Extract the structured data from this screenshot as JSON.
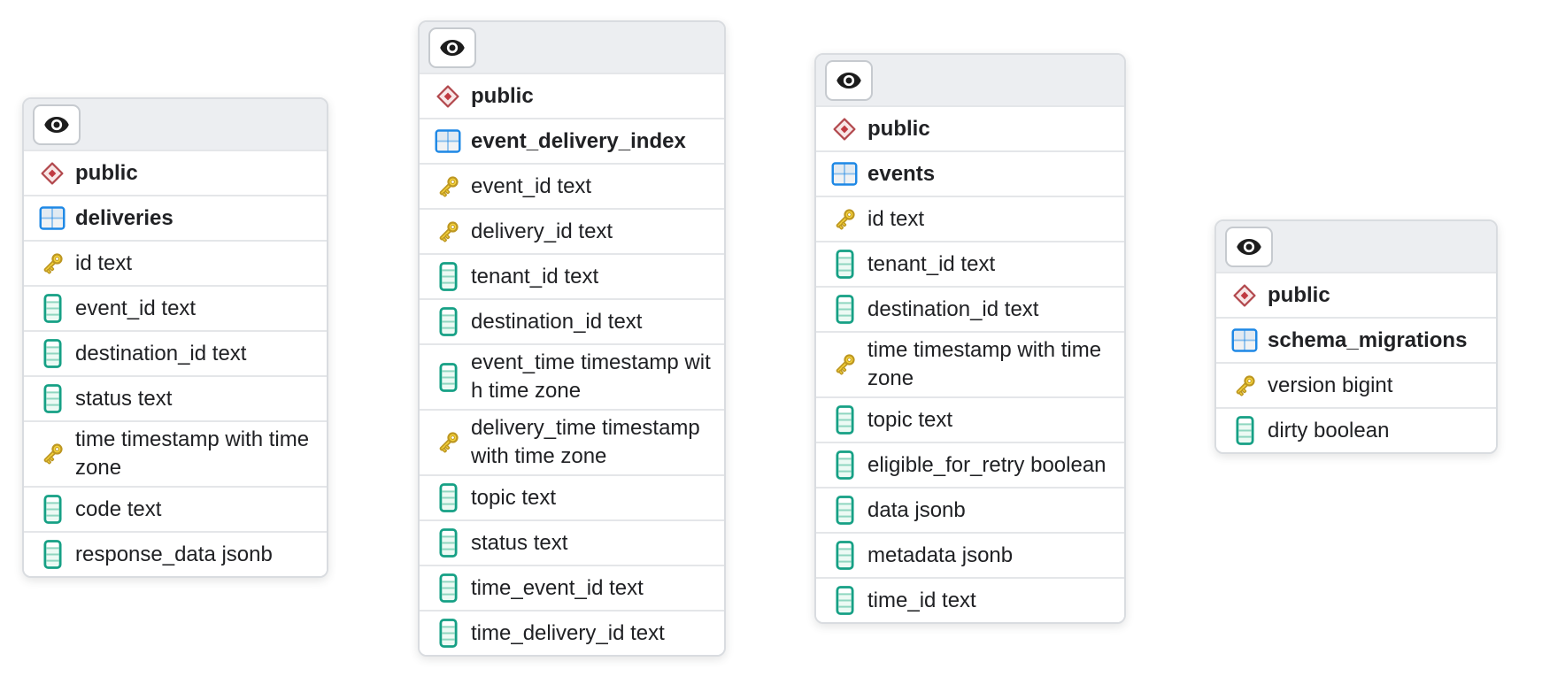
{
  "app": {
    "view": "database-schema-diagram",
    "visibility_button_label": ""
  },
  "colors": {
    "canvas_bg": "#ffffff",
    "card_bg": "#ffffff",
    "card_border": "#d9dce0",
    "header_bg": "#eceef1",
    "divider": "#e4e6e9",
    "text": "#202124",
    "eye_icon": "#1c1c1c",
    "schema_icon_red": "#c03a41",
    "schema_icon_fill": "#f8e7e7",
    "table_icon_blue": "#1e88e5",
    "key_icon_gold": "#f6d43c",
    "key_icon_outline": "#bd9722",
    "column_icon_teal": "#16a085",
    "column_icon_fill": "#ecfaf4"
  },
  "icons": {
    "eye": "visibility-toggle eye icon in header button",
    "diamond": "schema icon (red diamond)",
    "grid": "table icon (blue 2x2 grid)",
    "key": "primary-key column icon (gold key)",
    "stripes": "regular column icon (teal striped bar)"
  },
  "tables": [
    {
      "schema": "public",
      "name": "deliveries",
      "columns": [
        {
          "name": "id",
          "type": "text",
          "primary_key": true
        },
        {
          "name": "event_id",
          "type": "text",
          "primary_key": false
        },
        {
          "name": "destination_id",
          "type": "text",
          "primary_key": false
        },
        {
          "name": "status",
          "type": "text",
          "primary_key": false
        },
        {
          "name": "time",
          "type": "timestamp with time zone",
          "primary_key": true
        },
        {
          "name": "code",
          "type": "text",
          "primary_key": false
        },
        {
          "name": "response_data",
          "type": "jsonb",
          "primary_key": false
        }
      ]
    },
    {
      "schema": "public",
      "name": "event_delivery_index",
      "columns": [
        {
          "name": "event_id",
          "type": "text",
          "primary_key": true
        },
        {
          "name": "delivery_id",
          "type": "text",
          "primary_key": true
        },
        {
          "name": "tenant_id",
          "type": "text",
          "primary_key": false
        },
        {
          "name": "destination_id",
          "type": "text",
          "primary_key": false
        },
        {
          "name": "event_time",
          "type": "timestamp with time zone",
          "primary_key": false
        },
        {
          "name": "delivery_time",
          "type": "timestamp with time zone",
          "primary_key": true
        },
        {
          "name": "topic",
          "type": "text",
          "primary_key": false
        },
        {
          "name": "status",
          "type": "text",
          "primary_key": false
        },
        {
          "name": "time_event_id",
          "type": "text",
          "primary_key": false
        },
        {
          "name": "time_delivery_id",
          "type": "text",
          "primary_key": false
        }
      ]
    },
    {
      "schema": "public",
      "name": "events",
      "columns": [
        {
          "name": "id",
          "type": "text",
          "primary_key": true
        },
        {
          "name": "tenant_id",
          "type": "text",
          "primary_key": false
        },
        {
          "name": "destination_id",
          "type": "text",
          "primary_key": false
        },
        {
          "name": "time",
          "type": "timestamp with time zone",
          "primary_key": true
        },
        {
          "name": "topic",
          "type": "text",
          "primary_key": false
        },
        {
          "name": "eligible_for_retry",
          "type": "boolean",
          "primary_key": false
        },
        {
          "name": "data",
          "type": "jsonb",
          "primary_key": false
        },
        {
          "name": "metadata",
          "type": "jsonb",
          "primary_key": false
        },
        {
          "name": "time_id",
          "type": "text",
          "primary_key": false
        }
      ]
    },
    {
      "schema": "public",
      "name": "schema_migrations",
      "columns": [
        {
          "name": "version",
          "type": "bigint",
          "primary_key": true
        },
        {
          "name": "dirty",
          "type": "boolean",
          "primary_key": false
        }
      ]
    }
  ]
}
